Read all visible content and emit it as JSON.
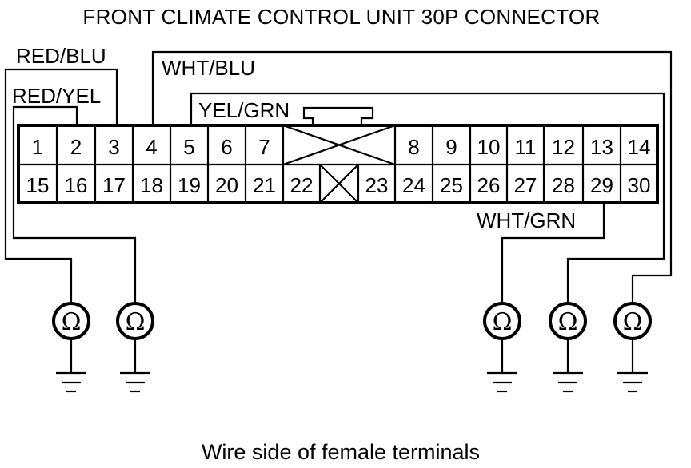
{
  "title": "FRONT CLIMATE CONTROL UNIT 30P CONNECTOR",
  "caption": "Wire side of female terminals",
  "wires": {
    "red_blu": "RED/BLU",
    "red_yel": "RED/YEL",
    "wht_blu": "WHT/BLU",
    "yel_grn": "YEL/GRN",
    "wht_grn": "WHT/GRN"
  },
  "top_row": [
    "1",
    "2",
    "3",
    "4",
    "5",
    "6",
    "7",
    "8",
    "9",
    "10",
    "11",
    "12",
    "13",
    "14"
  ],
  "bottom_row": [
    "15",
    "16",
    "17",
    "18",
    "19",
    "20",
    "21",
    "22",
    "23",
    "24",
    "25",
    "26",
    "27",
    "28",
    "29",
    "30"
  ],
  "meters": [
    {
      "symbol": "Ω",
      "connected_wire": "RED/YEL"
    },
    {
      "symbol": "Ω",
      "connected_wire": "RED/BLU"
    },
    {
      "symbol": "Ω",
      "connected_wire": "WHT/GRN"
    },
    {
      "symbol": "Ω",
      "connected_wire": "YEL/GRN"
    },
    {
      "symbol": "Ω",
      "connected_wire": "WHT/BLU"
    }
  ]
}
